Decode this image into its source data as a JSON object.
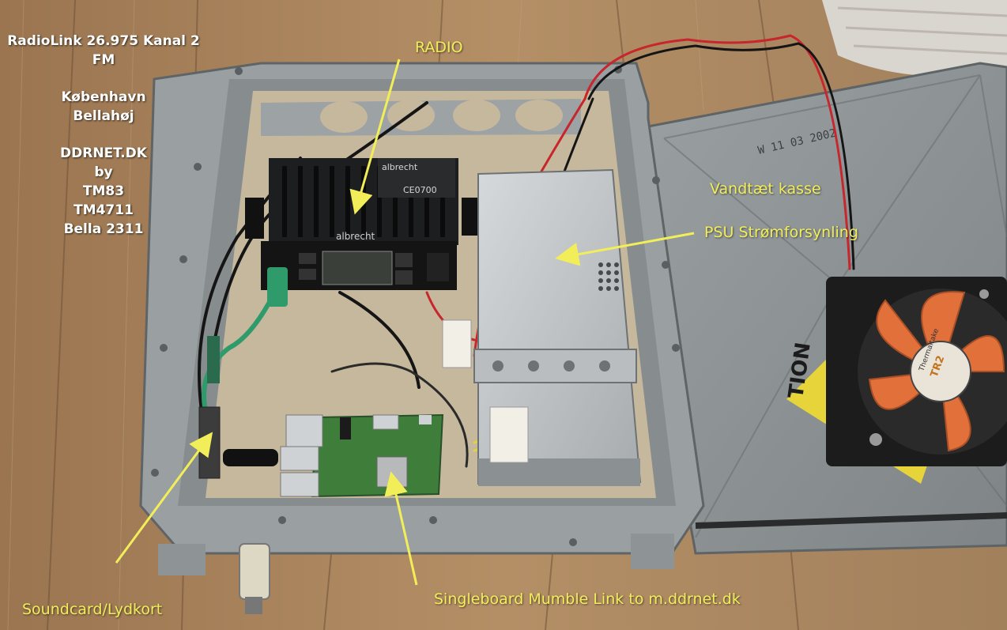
{
  "info": {
    "station_line": "RadioLink 26.975 Kanal 2 FM",
    "city": "København",
    "district": "Bellahøj",
    "network": "DDRNET.DK",
    "by": "by",
    "member_1": "TM83",
    "member_2": "TM4711",
    "member_3": "Bella 2311"
  },
  "labels": {
    "radio": "RADIO",
    "enclosure": "Vandtæt kasse",
    "psu": "PSU Strømforsynling",
    "soundcard": "Soundcard/Lydkort",
    "singleboard": "Singleboard Mumble Link to m.ddrnet.dk"
  },
  "device_text": {
    "radio_brand_top": "albrecht",
    "radio_brand_front": "albrecht",
    "radio_ce_mark": "CE0700",
    "fan_brand": "Thermaltake",
    "fan_model": "TR2",
    "warning_sticker": "TION",
    "lid_stamp": "W 11 03 2002"
  },
  "colors": {
    "annotation_yellow": "#f2ee5a",
    "annotation_white": "#ffffff",
    "fan_orange": "#e2703a",
    "cable_green": "#2f9a6a",
    "pcb_green": "#3f7d3a",
    "warning_yellow": "#e7d43a"
  }
}
